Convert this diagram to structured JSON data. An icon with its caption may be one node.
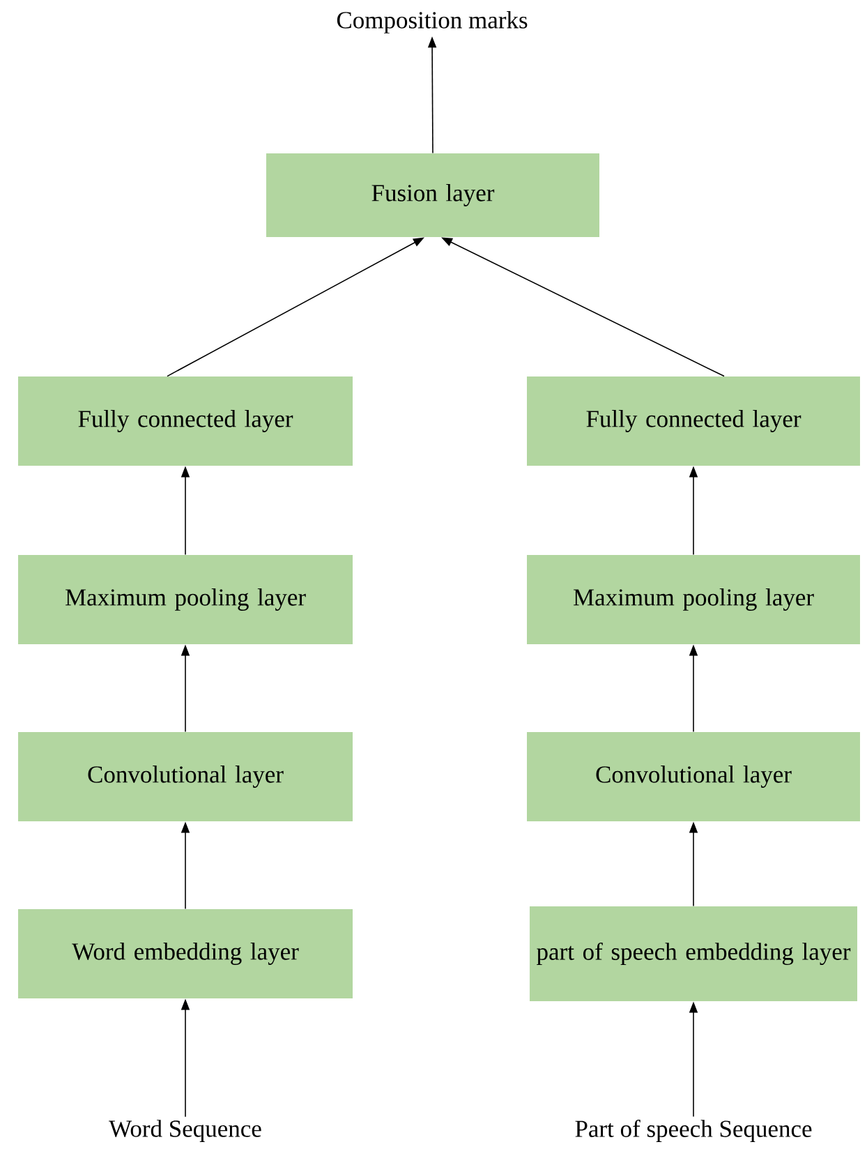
{
  "diagram": {
    "nodes": [
      {
        "text": [
          "Composition marks"
        ]
      },
      {
        "text": [
          "Fusion layer"
        ]
      },
      {
        "text": [
          "Fully connected layer"
        ]
      },
      {
        "text": [
          "Fully connected layer"
        ]
      },
      {
        "text": [
          "Maximum pooling layer"
        ]
      },
      {
        "text": [
          "Maximum pooling layer"
        ]
      },
      {
        "text": [
          "Convolutional layer"
        ]
      },
      {
        "text": [
          "Convolutional layer"
        ]
      },
      {
        "text": [
          "Word embedding layer"
        ]
      },
      {
        "text": [
          "part of speech embedding layer"
        ]
      },
      {
        "text": [
          "Word Sequence"
        ]
      },
      {
        "text": [
          "Part of speech Sequence"
        ]
      }
    ],
    "edges": [
      {
        "from": 1,
        "to": 0,
        "arrow": "to"
      },
      {
        "from": 2,
        "to": 1,
        "arrow": "to"
      },
      {
        "from": 3,
        "to": 1,
        "arrow": "to"
      },
      {
        "from": 4,
        "to": 2,
        "arrow": "to"
      },
      {
        "from": 5,
        "to": 3,
        "arrow": "to"
      },
      {
        "from": 6,
        "to": 4,
        "arrow": "to"
      },
      {
        "from": 7,
        "to": 5,
        "arrow": "to"
      },
      {
        "from": 8,
        "to": 6,
        "arrow": "to"
      },
      {
        "from": 9,
        "to": 7,
        "arrow": "to"
      },
      {
        "from": 10,
        "to": 8,
        "arrow": "to"
      },
      {
        "from": 11,
        "to": 9,
        "arrow": "to"
      }
    ]
  }
}
